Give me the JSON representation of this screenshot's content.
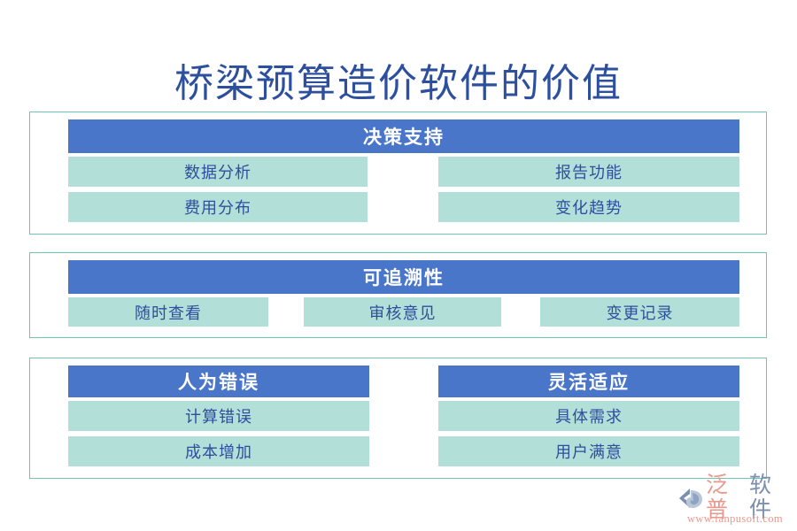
{
  "page": {
    "title": "桥梁预算造价软件的价值",
    "background_color": "#ffffff",
    "title_color": "#2c4f9e",
    "header_color": "#4a76ca",
    "item_color": "#b2dfd8",
    "item_text_color": "#2c4f9e",
    "border_color": "#6ec4b6"
  },
  "sections": [
    {
      "id": "section-1",
      "columns": [
        {
          "header": "决策支持",
          "items": [
            "数据分析",
            "报告功能",
            "费用分布",
            "变化趋势"
          ]
        }
      ]
    },
    {
      "id": "section-2",
      "columns": [
        {
          "header": "可追溯性",
          "items": [
            "随时查看",
            "审核意见",
            "变更记录"
          ]
        }
      ]
    },
    {
      "id": "section-3",
      "columns": [
        {
          "header": "人为错误",
          "items": [
            "计算错误",
            "成本增加"
          ]
        },
        {
          "header": "灵活适应",
          "items": [
            "具体需求",
            "用户满意"
          ]
        }
      ]
    }
  ],
  "logo": {
    "icon": "fanpu-swirl-icon",
    "name_part_1": "泛普",
    "name_part_2": "软件",
    "url": "www.fanpusoft.com",
    "color_orange": "#e8998d",
    "color_blue": "#7b8fb0"
  }
}
